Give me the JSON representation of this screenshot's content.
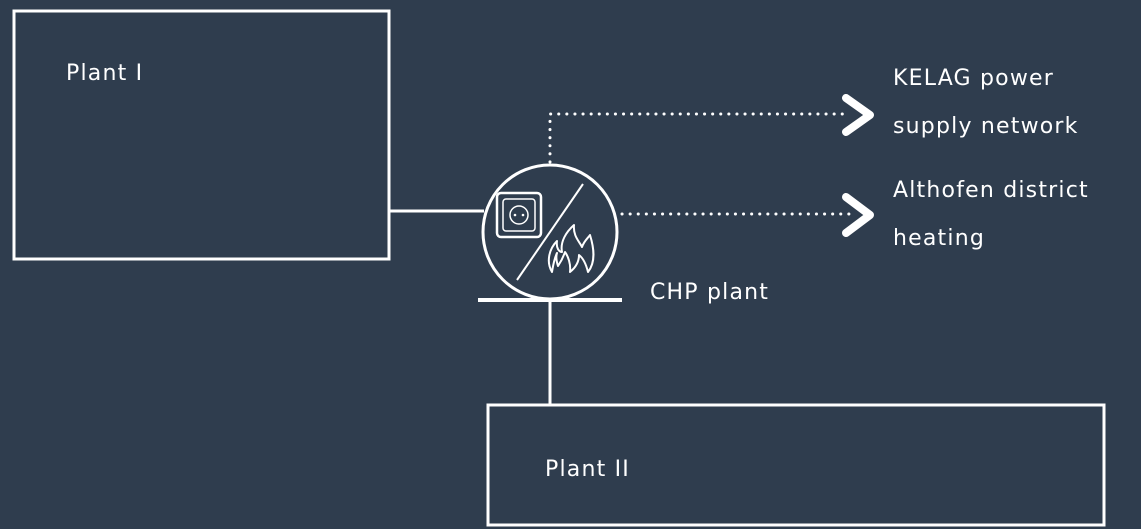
{
  "colors": {
    "background": "#2f3d4e",
    "foreground": "#ffffff"
  },
  "labels": {
    "plant_1": "Plant I",
    "plant_2": "Plant II",
    "chp_plant": "CHP plant",
    "power_network_line1": "KELAG power",
    "power_network_line2": "supply network",
    "district_heating_line1": "Althofen district",
    "district_heating_line2": "heating"
  },
  "icons": {
    "chp": "chp-plant-icon",
    "socket": "power-socket-icon",
    "flame": "flame-icon",
    "arrow": "chevron-right-icon"
  }
}
